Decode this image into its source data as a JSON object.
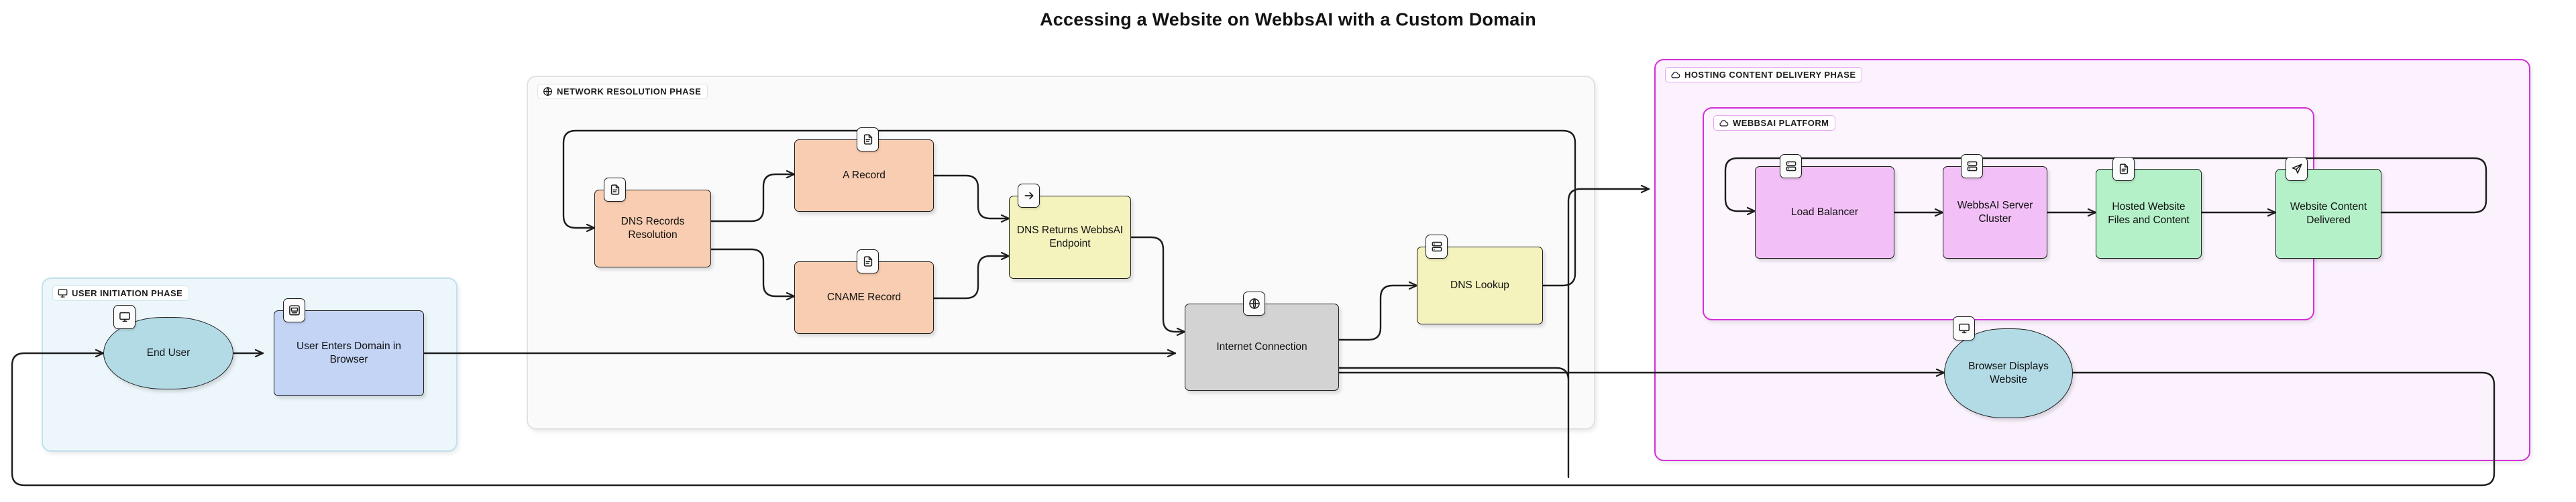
{
  "title": "Accessing a Website on WebbsAI with a Custom Domain",
  "phases": [
    {
      "id": "user",
      "label": "USER INITIATION PHASE",
      "icon": "monitor-icon",
      "accent": "#bfe0ec",
      "background": "#edf7fb"
    },
    {
      "id": "network",
      "label": "NETWORK RESOLUTION PHASE",
      "icon": "globe-icon",
      "accent": "#e2e2e2",
      "background": "#fafafa"
    },
    {
      "id": "hosting",
      "label": "HOSTING CONTENT DELIVERY PHASE",
      "icon": "cloud-icon",
      "accent": "#d42fd9",
      "background": "#fbf2fd"
    },
    {
      "id": "platform",
      "label": "WEBBSAI PLATFORM",
      "icon": "cloud-icon",
      "accent": "#d42fd9",
      "background": "#fcf5fe"
    }
  ],
  "nodes": [
    {
      "id": "end-user",
      "label": "End User",
      "shape": "stadium",
      "icon": "monitor-icon",
      "fill": "#b3dbe6",
      "phase": "user"
    },
    {
      "id": "user-enters",
      "label": "User Enters Domain in Browser",
      "shape": "rect",
      "icon": "keyboard-icon",
      "fill": "#c3d4f5",
      "phase": "user"
    },
    {
      "id": "dns-records",
      "label": "DNS Records Resolution",
      "shape": "rect",
      "icon": "document-icon",
      "fill": "#f9cdb1",
      "phase": "network"
    },
    {
      "id": "a-record",
      "label": "A Record",
      "shape": "rect",
      "icon": "document-icon",
      "fill": "#f9cdb1",
      "phase": "network"
    },
    {
      "id": "cname-record",
      "label": "CNAME Record",
      "shape": "rect",
      "icon": "document-icon",
      "fill": "#f9cdb1",
      "phase": "network"
    },
    {
      "id": "dns-returns",
      "label": "DNS Returns WebbsAI Endpoint",
      "shape": "rect",
      "icon": "arrow-right-icon",
      "fill": "#f4f2bd",
      "phase": "network"
    },
    {
      "id": "internet",
      "label": "Internet Connection",
      "shape": "rect",
      "icon": "globe-icon",
      "fill": "#d3d3d3",
      "phase": "network"
    },
    {
      "id": "dns-lookup",
      "label": "DNS Lookup",
      "shape": "rect",
      "icon": "server-icon",
      "fill": "#f4f2bd",
      "phase": "network"
    },
    {
      "id": "load-balancer",
      "label": "Load Balancer",
      "shape": "rect",
      "icon": "server-icon",
      "fill": "#f2c0f7",
      "phase": "platform"
    },
    {
      "id": "server-cluster",
      "label": "WebbsAI Server Cluster",
      "shape": "rect",
      "icon": "server-icon",
      "fill": "#f2c0f7",
      "phase": "platform"
    },
    {
      "id": "hosted-files",
      "label": "Hosted Website Files and Content",
      "shape": "rect",
      "icon": "document-icon",
      "fill": "#b4f0c8",
      "phase": "platform"
    },
    {
      "id": "content-delivered",
      "label": "Website Content Delivered",
      "shape": "rect",
      "icon": "send-icon",
      "fill": "#b4f0c8",
      "phase": "hosting"
    },
    {
      "id": "browser-displays",
      "label": "Browser Displays Website",
      "shape": "stadium",
      "icon": "monitor-icon",
      "fill": "#b3dbe6",
      "phase": "hosting"
    }
  ],
  "edges": [
    {
      "from": "end-user",
      "to": "user-enters"
    },
    {
      "from": "user-enters",
      "to": "internet"
    },
    {
      "from": "internet",
      "to": "dns-lookup"
    },
    {
      "from": "dns-lookup",
      "to": "dns-records"
    },
    {
      "from": "dns-records",
      "to": "a-record"
    },
    {
      "from": "dns-records",
      "to": "cname-record"
    },
    {
      "from": "a-record",
      "to": "dns-returns"
    },
    {
      "from": "cname-record",
      "to": "dns-returns"
    },
    {
      "from": "dns-returns",
      "to": "internet"
    },
    {
      "from": "internet",
      "to": "load-balancer"
    },
    {
      "from": "load-balancer",
      "to": "server-cluster"
    },
    {
      "from": "server-cluster",
      "to": "hosted-files"
    },
    {
      "from": "hosted-files",
      "to": "content-delivered"
    },
    {
      "from": "content-delivered",
      "to": "load-balancer"
    },
    {
      "from": "content-delivered",
      "to": "browser-displays"
    },
    {
      "from": "browser-displays",
      "to": "end-user"
    }
  ],
  "colors": {
    "stroke": "#1d1d1d",
    "magenta": "#d42fd9",
    "teal": "#b3dbe6",
    "blue": "#c3d4f5",
    "peach": "#f9cdb1",
    "yellow": "#f4f2bd",
    "gray": "#d3d3d3",
    "violet": "#f2c0f7",
    "green": "#b4f0c8"
  }
}
